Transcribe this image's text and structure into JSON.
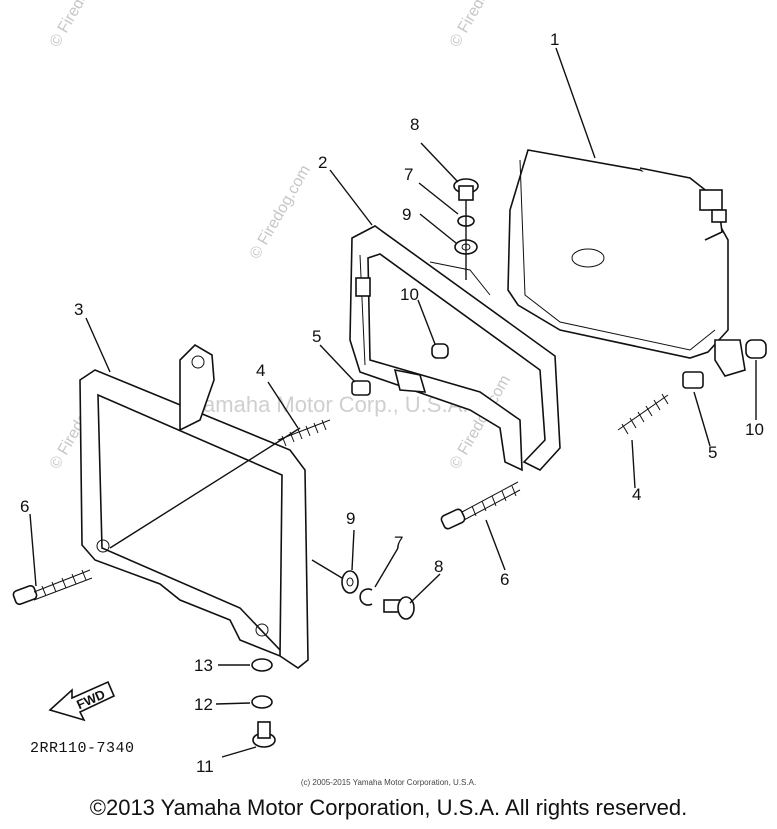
{
  "diagram": {
    "part_code": "2RR110-7340",
    "fwd_label": "FWD",
    "callouts": {
      "c1": "1",
      "c2": "2",
      "c3": "3",
      "c4a": "4",
      "c4b": "4",
      "c5a": "5",
      "c5b": "5",
      "c6a": "6",
      "c6b": "6",
      "c7a": "7",
      "c7b": "7",
      "c8a": "8",
      "c8b": "8",
      "c9a": "9",
      "c9b": "9",
      "c10a": "10",
      "c10b": "10",
      "c11": "11",
      "c12": "12",
      "c13": "13"
    }
  },
  "watermarks": {
    "center": "Yamaha Motor Corp., U.S.A.",
    "firedog1": "© Firedog.com",
    "firedog2": "© Firedog.com",
    "firedog3": "© Firedog.com",
    "firedog4": "© Firedog.com",
    "firedog5": "© Firedog.com"
  },
  "footer": {
    "small": "(c) 2005-2015 Yamaha Motor Corporation, U.S.A.",
    "main": "©2013 Yamaha Motor Corporation, U.S.A. All rights reserved."
  }
}
